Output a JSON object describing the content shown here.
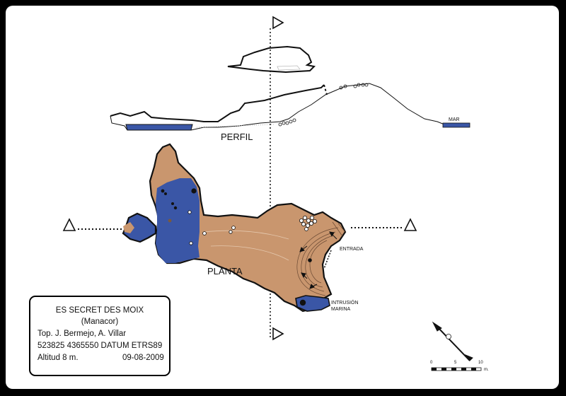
{
  "map": {
    "profile_label": "PERFIL",
    "plan_label": "PLANTA",
    "sea_label": "MAR",
    "entrance_label": "ENTRADA",
    "intrusion_label_line1": "INTRUSIÓN",
    "intrusion_label_line2": "MARINA"
  },
  "title_block": {
    "name": "ES SECRET DES MOIX",
    "place": "(Manacor)",
    "authors": "Top. J. Bermejo, A. Villar",
    "coordinates": "523825 4365550 DATUM ETRS89",
    "altitude": "Altitud 8 m.",
    "date": "09-08-2009"
  },
  "scale_bar": {
    "labels": [
      "0",
      "5",
      "10"
    ],
    "unit": "m."
  },
  "colors": {
    "water": "#3a56a6",
    "rock": "#c9966e",
    "outline": "#111111",
    "frame": "#000000"
  },
  "icons": {
    "section_marker": "triangle-icon",
    "north_arrow": "north-arrow-icon"
  }
}
